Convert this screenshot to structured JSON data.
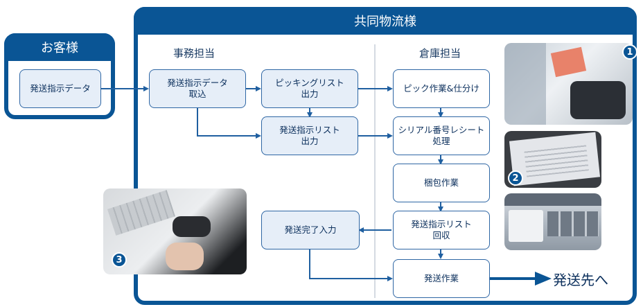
{
  "customer": {
    "title": "お客様",
    "data_label": "発送指示データ"
  },
  "provider": {
    "title": "共同物流様"
  },
  "office": {
    "title": "事務担当",
    "import_label": "発送指示データ\n取込",
    "picking_label": "ピッキングリスト\n出力",
    "shipping_list_label": "発送指示リスト\n出力",
    "complete_label": "発送完了入力"
  },
  "warehouse": {
    "title": "倉庫担当",
    "pick_label": "ピック作業&仕分け",
    "serial_label": "シリアル番号レシート\n処理",
    "pack_label": "梱包作業",
    "collect_label": "発送指示リスト\n回収",
    "ship_label": "発送作業"
  },
  "destination": "発送先へ",
  "badges": [
    "1",
    "2",
    "3"
  ],
  "colors": {
    "primary": "#0a5595",
    "box_fill": "#e6eef8",
    "text": "#0b2f5c"
  }
}
